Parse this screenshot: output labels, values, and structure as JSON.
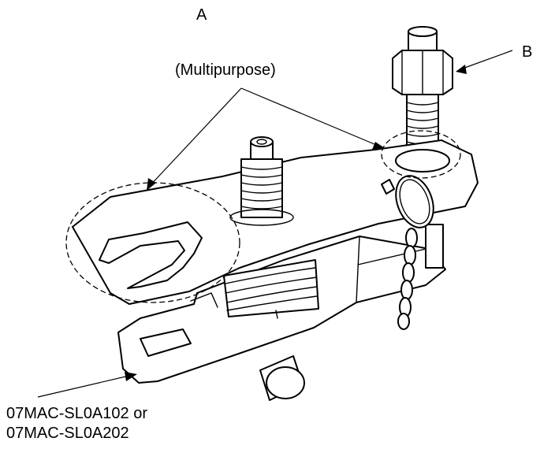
{
  "labels": {
    "a": "A",
    "b": "B",
    "multipurpose": "(Multipurpose)",
    "part_number_line1": "07MAC-SL0A102 or",
    "part_number_line2": "07MAC-SL0A202"
  },
  "icons": {
    "illustration": "ball-joint-remover-tool-icon"
  }
}
